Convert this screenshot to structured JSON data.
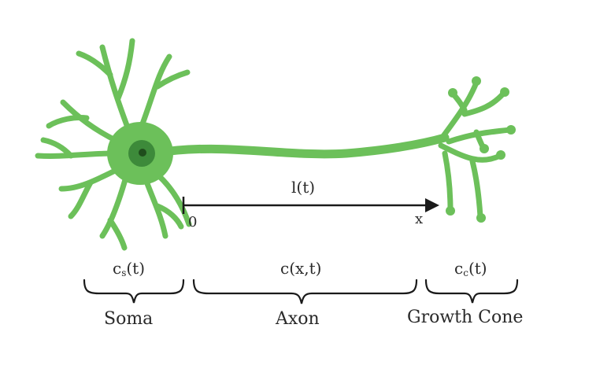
{
  "diagram": {
    "colors": {
      "neuron_fill": "#6cc05a",
      "neuron_dark": "#4a9a3f",
      "nucleus": "#3d8a3a",
      "nucleolus": "#1f4d1c",
      "ink": "#2a2a2a"
    },
    "length_label": "l(t)",
    "axis_origin": "0",
    "axis_end": "x",
    "regions": {
      "soma": {
        "concentration_base": "c",
        "concentration_sub": "s",
        "concentration_tail": "(t)",
        "name": "Soma"
      },
      "axon": {
        "concentration": "c(x,t)",
        "name": "Axon"
      },
      "growth_cone": {
        "concentration_base": "c",
        "concentration_sub": "c",
        "concentration_tail": "(t)",
        "name": "Growth Cone"
      }
    }
  }
}
